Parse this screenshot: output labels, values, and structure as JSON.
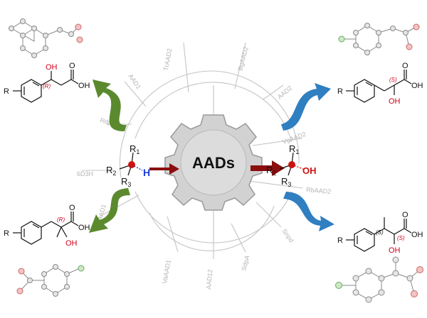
{
  "center": {
    "label": "AADs",
    "colors": {
      "gear_fill": "#cfcfcf",
      "gear_stroke": "#9a9a9a",
      "arrow": "#8b0e0e"
    }
  },
  "substrate": {
    "r1": "R",
    "r1_sub": "1",
    "r2": "R",
    "r2_sub": "2",
    "r3": "R",
    "r3_sub": "3",
    "h": "H"
  },
  "product": {
    "r1": "R",
    "r1_sub": "1",
    "r2": "R",
    "r2_sub": "2",
    "r3": "R",
    "r3_sub": "3",
    "oh": "OH"
  },
  "tree_labels": [
    "TrAAD2",
    "BgAAD2",
    "AAD1",
    "AAD2",
    "RdpA",
    "VgAAD2",
    "6D3H",
    "RbAAD2",
    "HsAAD1",
    "Snpd",
    "VaAAD1",
    "AAD12",
    "SdpA"
  ],
  "molecules": {
    "top_left": {
      "r": "R",
      "oh": "OH",
      "acid": "OH",
      "stereo": "(R)"
    },
    "top_right": {
      "r": "R",
      "oh": "OH",
      "acid": "OH",
      "stereo": "(S)"
    },
    "bottom_left": {
      "r": "R",
      "oh": "OH",
      "acid": "OH",
      "stereo": "(R)"
    },
    "bottom_right": {
      "r": "R",
      "oh": "OH",
      "acid": "OH",
      "stereo1": "(S)",
      "stereo2": "(S)"
    }
  },
  "arrow_colors": {
    "green": "#5b8a2e",
    "blue": "#2f7fc1"
  },
  "accent_colors": {
    "red": "#d0021b",
    "blue_h": "#1f3fd6",
    "atom_red": "#cc1111"
  }
}
